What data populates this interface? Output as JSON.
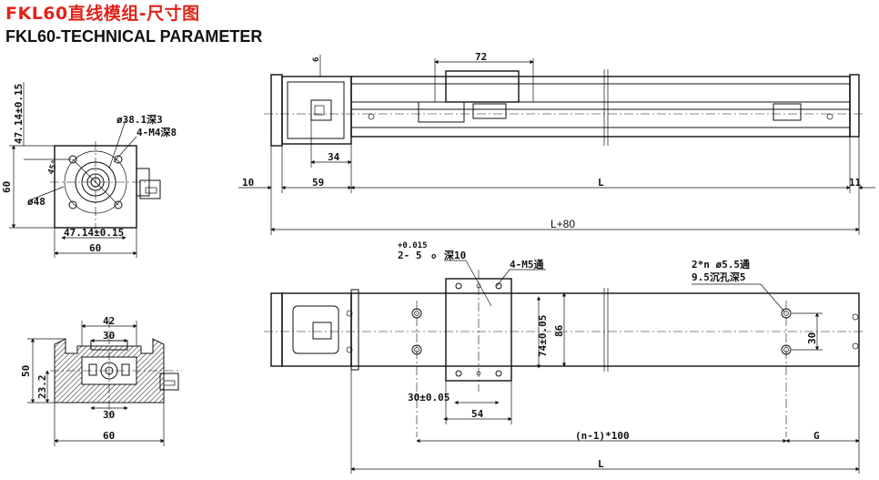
{
  "title_cn": "FKL60直线模组-尺寸图",
  "title_en": "FKL60-TECHNICAL PARAMETER",
  "colors": {
    "title_cn": "#e0241b",
    "title_en": "#111111",
    "lines": "#111111"
  },
  "flange_view": {
    "dim_vertical_left": "47.14±0.15",
    "dim_height": "60",
    "dim_bore": "ø38.1深3",
    "dim_threads": "4-M4深8",
    "dim_angle": "45°",
    "dim_pcd": "ø48",
    "dim_bottom": "47.14±0.15",
    "dim_width": "60"
  },
  "section_view": {
    "dim_top": "42",
    "dim_inner": "30",
    "dim_height": "50",
    "dim_center": "23.2",
    "dim_bottom_inner": "30",
    "dim_width": "60"
  },
  "side_view": {
    "dim_slider": "72",
    "dim_gap": "6",
    "dim_offset": "34",
    "dim_left": "10",
    "dim_motor": "59",
    "dim_stroke": "L",
    "dim_right": "11",
    "dim_total": "L+80"
  },
  "top_view": {
    "dowel_tol": "+0.015",
    "dowel": "2- 5",
    "dowel_sym": "o",
    "dowel_depth": "深10",
    "threads": "4-M5通",
    "holes": "2*n ø5.5通",
    "counterbore": "9.5沉孔深5",
    "dim_hole_spacing": "30",
    "dim_slider_holes": "74±0.05",
    "dim_width": "86",
    "dim_slider_pitch": "30±0.05",
    "dim_slider_len": "54",
    "dim_pitch": "(n-1)*100",
    "dim_g": "G",
    "dim_length": "L"
  }
}
